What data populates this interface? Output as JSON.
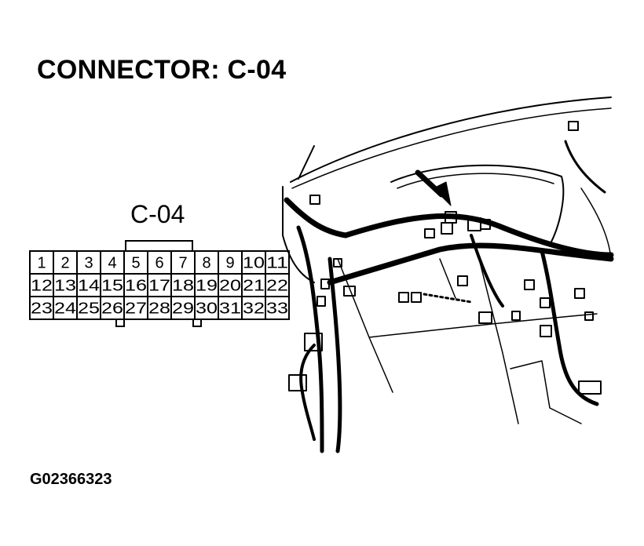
{
  "title": "CONNECTOR: C-04",
  "connector_label": "C-04",
  "figure_id": "G02366323",
  "pin_rows": [
    [
      "1",
      "2",
      "3",
      "4",
      "5",
      "6",
      "7",
      "8",
      "9",
      "10",
      "11"
    ],
    [
      "12",
      "13",
      "14",
      "15",
      "16",
      "17",
      "18",
      "19",
      "20",
      "21",
      "22"
    ],
    [
      "23",
      "24",
      "25",
      "26",
      "27",
      "28",
      "29",
      "30",
      "31",
      "32",
      "33"
    ]
  ]
}
